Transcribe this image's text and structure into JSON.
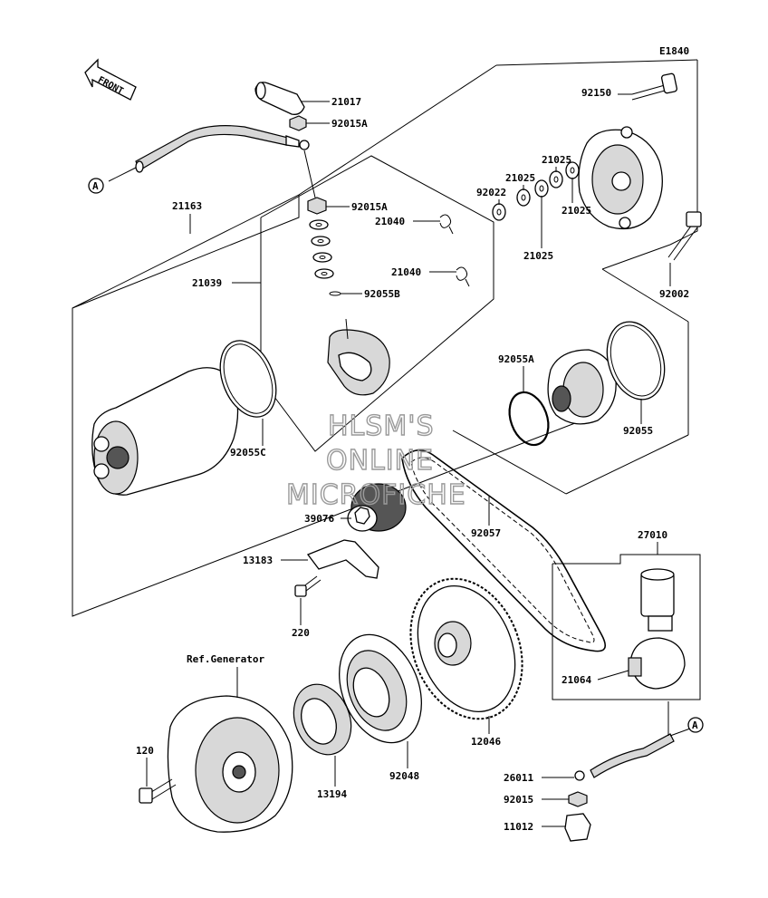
{
  "diagram": {
    "code": "E1840",
    "front_label": "FRONT",
    "ref_label": "Ref.Generator",
    "watermark": [
      "HLSM'S",
      "ONLINE",
      "MICROFICHE"
    ],
    "connector_label": "A"
  },
  "callouts": {
    "c21017": "21017",
    "c92015A_top": "92015A",
    "c92015A_mid": "92015A",
    "c21163": "21163",
    "c21039": "21039",
    "c21040_a": "21040",
    "c21040_b": "21040",
    "c92055B": "92055B",
    "c92055C": "92055C",
    "c92150": "92150",
    "c92022": "92022",
    "c21025_a": "21025",
    "c21025_b": "21025",
    "c21025_c": "21025",
    "c21025_d": "21025",
    "c92002": "92002",
    "c92055A": "92055A",
    "c92055": "92055",
    "c39076": "39076",
    "c92057": "92057",
    "c27010": "27010",
    "c13183": "13183",
    "c220": "220",
    "c21064": "21064",
    "c12046": "12046",
    "c92048": "92048",
    "c13194": "13194",
    "c120": "120",
    "c26011": "26011",
    "c92015": "92015",
    "c11012": "11012"
  },
  "colors": {
    "ink": "#000000",
    "watermark": "#9a9a9a",
    "fill": "#d8d8d8"
  }
}
